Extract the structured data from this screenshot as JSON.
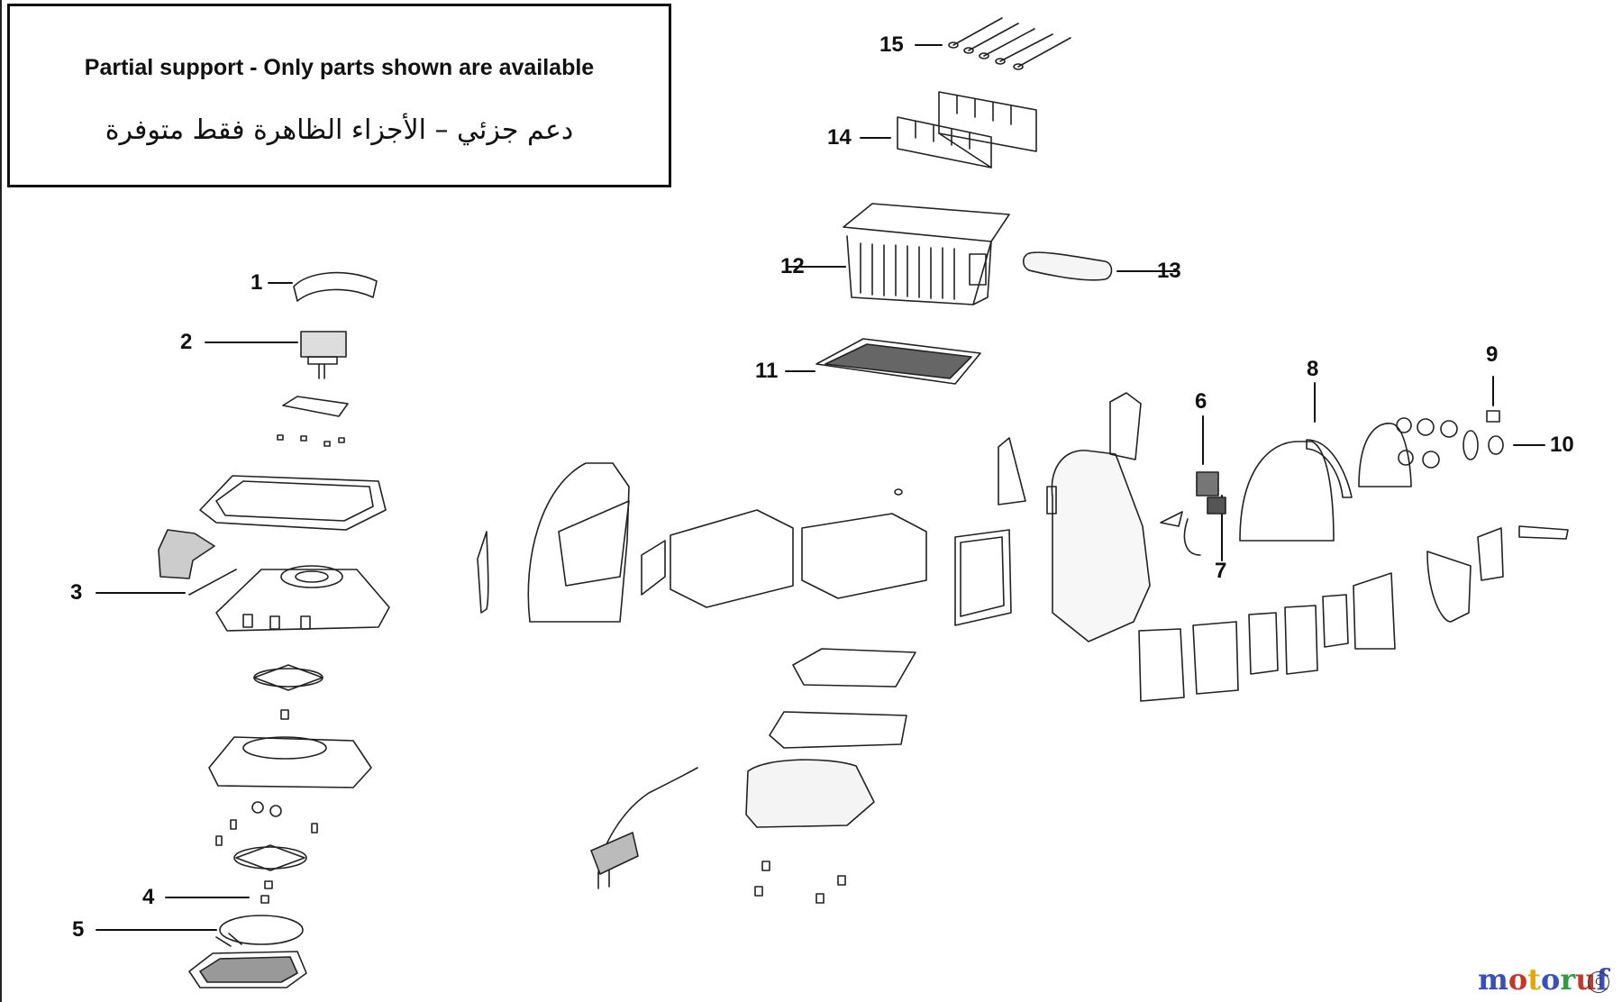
{
  "notice": {
    "english": "Partial support - Only parts shown are available",
    "arabic": "دعم جزئي – الأجزاء الظاهرة فقط متوفرة"
  },
  "callouts": [
    {
      "id": "1",
      "label": "1"
    },
    {
      "id": "2",
      "label": "2"
    },
    {
      "id": "3",
      "label": "3"
    },
    {
      "id": "4",
      "label": "4"
    },
    {
      "id": "5",
      "label": "5"
    },
    {
      "id": "6",
      "label": "6"
    },
    {
      "id": "7",
      "label": "7"
    },
    {
      "id": "8",
      "label": "8"
    },
    {
      "id": "9",
      "label": "9"
    },
    {
      "id": "10",
      "label": "10"
    },
    {
      "id": "11",
      "label": "11"
    },
    {
      "id": "12",
      "label": "12"
    },
    {
      "id": "13",
      "label": "13"
    },
    {
      "id": "14",
      "label": "14"
    },
    {
      "id": "15",
      "label": "15"
    }
  ],
  "watermark": {
    "text": "motoruf",
    "colors": [
      "#3b4fb8",
      "#c0392b",
      "#e6a800",
      "#3b4fb8",
      "#2e9e44",
      "#c0392b",
      "#3b4fb8"
    ],
    "suffix": "C"
  }
}
